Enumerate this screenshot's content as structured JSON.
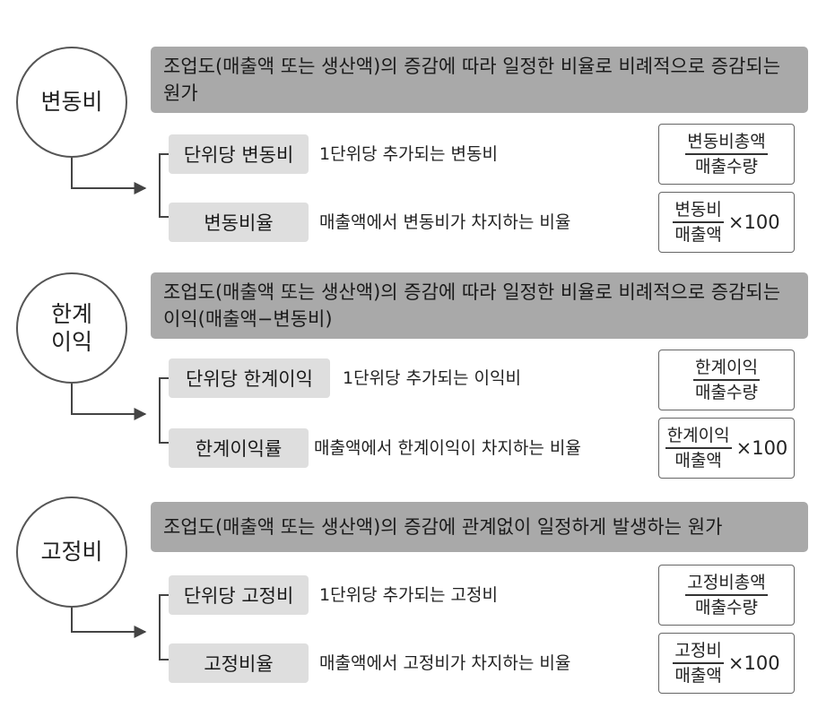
{
  "groups": [
    {
      "label": "변동비",
      "definition": "조업도(매출액 또는 생산액)의 증감에 따라 일정한 비율로 비례적으로 증감되는 원가",
      "rows": [
        {
          "term": "단위당 변동비",
          "description": "1단위당 추가되는 변동비",
          "numerator": "변동비총액",
          "denominator": "매출수량",
          "suffix": ""
        },
        {
          "term": "변동비율",
          "description": "매출액에서 변동비가 차지하는 비율",
          "numerator": "변동비",
          "denominator": "매출액",
          "suffix": "×100"
        }
      ]
    },
    {
      "label": "한계\n이익",
      "definition": "조업도(매출액 또는 생산액)의 증감에 따라 일정한 비율로 비례적으로 증감되는 이익(매출액−변동비)",
      "rows": [
        {
          "term": "단위당 한계이익",
          "description": "1단위당 추가되는 이익비",
          "numerator": "한계이익",
          "denominator": "매출수량",
          "suffix": ""
        },
        {
          "term": "한계이익률",
          "description": "매출액에서 한계이익이 차지하는 비율",
          "numerator": "한계이익",
          "denominator": "매출액",
          "suffix": "×100"
        }
      ]
    },
    {
      "label": "고정비",
      "definition": "조업도(매출액 또는 생산액)의 증감에 관계없이 일정하게 발생하는 원가",
      "rows": [
        {
          "term": "단위당 고정비",
          "description": "1단위당 추가되는 고정비",
          "numerator": "고정비총액",
          "denominator": "매출수량",
          "suffix": ""
        },
        {
          "term": "고정비율",
          "description": "매출액에서 고정비가 차지하는 비율",
          "numerator": "고정비",
          "denominator": "매출액",
          "suffix": "×100"
        }
      ]
    }
  ]
}
